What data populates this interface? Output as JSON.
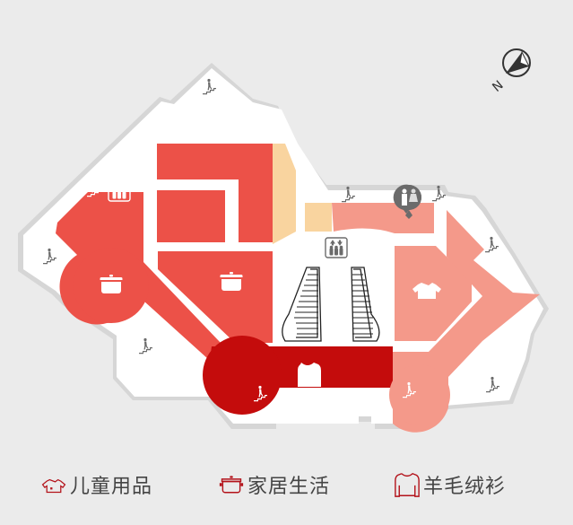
{
  "map": {
    "colors": {
      "background": "#ebebeb",
      "floor": "#ffffff",
      "outline": "#d6d6d6",
      "kids": "#f4998a",
      "home": "#ec5148",
      "wool": "#c40c0c",
      "other": "#f9d49f",
      "icon_gray": "#6b6b6b"
    },
    "zones": [
      {
        "id": "home-left",
        "category": "家居生活",
        "icon": "pot-icon"
      },
      {
        "id": "home-center",
        "category": "家居生活",
        "icon": "pot-icon"
      },
      {
        "id": "wool-bottom",
        "category": "羊毛绒衫",
        "icon": "sweater-icon"
      },
      {
        "id": "kids-right",
        "category": "儿童用品",
        "icon": "shirt-icon"
      },
      {
        "id": "kids-top",
        "category": "儿童用品",
        "icon": "restroom-icon"
      },
      {
        "id": "other-strip",
        "category": "",
        "icon": ""
      }
    ],
    "facilities": [
      "stairs",
      "elevator",
      "escalator-up",
      "escalator-down",
      "restroom"
    ]
  },
  "compass": {
    "label": "N"
  },
  "legend": {
    "items": [
      {
        "label": "儿童用品",
        "icon": "shirt-icon",
        "color": "#c40c0c"
      },
      {
        "label": "家居生活",
        "icon": "pot-icon",
        "color": "#c40c0c"
      },
      {
        "label": "羊毛绒衫",
        "icon": "sweater-icon",
        "color": "#c40c0c"
      }
    ]
  }
}
